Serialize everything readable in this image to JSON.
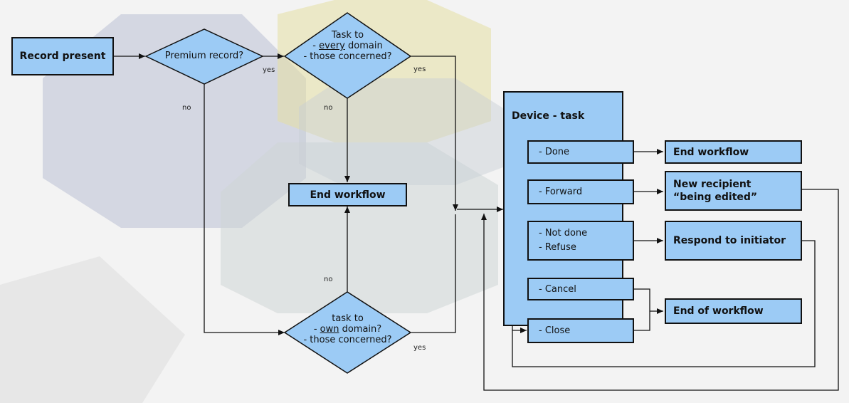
{
  "nodes": {
    "record_present": "Record present",
    "premium_record": "Premium record?",
    "task_every": {
      "line1": "Task to",
      "line2_prefix": "- ",
      "line2_u": "every",
      "line2_suffix": " domain",
      "line3": "- those concerned?"
    },
    "end_workflow_mid": "End workflow",
    "task_own": {
      "line1": "task to",
      "line2_prefix": "- ",
      "line2_u": "own",
      "line2_suffix": " domain?",
      "line3": "- those concerned?"
    },
    "device_task": "Device -  task",
    "opt_done": "- Done",
    "opt_forward": "- Forward",
    "opt_not_done": "- Not done",
    "opt_refuse": "- Refuse",
    "opt_cancel": "- Cancel",
    "opt_close": "- Close",
    "end_workflow_right": "End workflow",
    "new_recipient_line1": "New recipient",
    "new_recipient_line2": "“being edited”",
    "respond_initiator": "Respond to initiator",
    "end_of_workflow": "End of workflow"
  },
  "labels": {
    "yes_premium": "yes",
    "no_premium": "no",
    "yes_every": "yes",
    "no_every": "no",
    "no_own": "no",
    "yes_own": "yes"
  },
  "colors": {
    "box_fill": "#9ccbf5",
    "stroke": "#111111",
    "background": "#f3f3f3"
  }
}
